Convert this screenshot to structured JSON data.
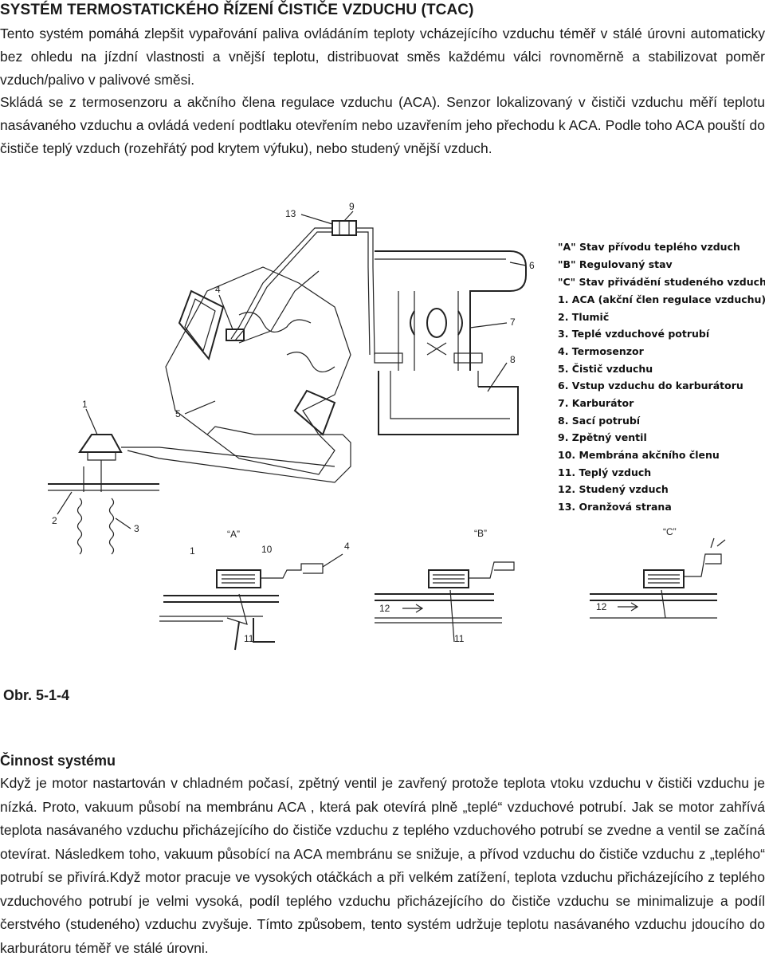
{
  "heading": "SYSTÉM TERMOSTATICKÉHO ŘÍZENÍ ČISTIČE VZDUCHU (TCAC)",
  "intro": "Tento systém pomáhá zlepšit vypařování paliva ovládáním teploty vcházejícího vzduchu téměř v stálé úrovni automaticky bez ohledu na jízdní vlastnosti a vnější teplotu, distribuovat  směs každému válci rovnoměrně a stabilizovat poměr vzduch/palivo v palivové směsi.",
  "composition": "Skládá se z termosenzoru  a akčního člena regulace vzduchu (ACA). Senzor lokalizovaný v čističi vzduchu  měří teplotu nasávaného vzduchu a ovládá vedení podtlaku otevřením nebo uzavřením jeho přechodu k ACA. Podle toho ACA pouští do čističe  teplý vzduch (rozehřátý pod krytem výfuku), nebo studený vnější vzduch.",
  "diagram": {
    "legend": [
      "\"A\" Stav přívodu teplého vzduch",
      "\"B\" Regulovaný stav",
      "\"C\" Stav přivádění studeného vzduchu",
      "1. ACA (akční člen regulace vzduchu)",
      "2. Tlumič",
      "3. Teplé vzduchové potrubí",
      "4.  Termosenzor",
      "5. Čistič vzduchu",
      "6. Vstup vzduchu do karburátoru",
      "7. Karburátor",
      "8. Sací potrubí",
      "9. Zpětný ventil",
      "10. Membrána akčního členu",
      "11. Teplý vzduch",
      "12. Studený vzduch",
      "13. Oranžová strana"
    ],
    "callouts": {
      "n1": "1",
      "n2": "2",
      "n3": "3",
      "n4": "4",
      "n5": "5",
      "n6": "6",
      "n7": "7",
      "n8": "8",
      "n9": "9",
      "n13": "13",
      "a1": "1",
      "a10": "10",
      "a4": "4",
      "a11": "11",
      "b12": "12",
      "b11": "11",
      "c12": "12"
    },
    "states": {
      "a": "“A”",
      "b": "“B”",
      "c": "“C”"
    }
  },
  "figure_label": "Obr. 5-1-4",
  "operation_heading": "Činnost systému",
  "operation": "Když je motor nastartován v chladném počasí, zpětný ventil je zavřený protože teplota vtoku vzduchu v čističi vzduchu je nízká. Proto, vakuum působí na membránu ACA , která pak otevírá plně „teplé“ vzduchové potrubí. Jak se motor zahřívá teplota nasávaného vzduchu přicházejícího do čističe vzduchu z teplého vzduchového potrubí se zvedne a  ventil se začíná otevírat. Následkem toho, vakuum působící na  ACA membránu se snižuje, a přívod vzduchu do čističe vzduchu z „teplého“ potrubí se přivírá.Když motor pracuje ve vysokých otáčkách a při velkém zatížení, teplota vzduchu přicházejícího z teplého vzduchového potrubí je velmi vysoká, podíl teplého vzduchu přicházejícího do čističe vzduchu se minimalizuje a podíl čerstvého (studeného) vzduchu zvyšuje. Tímto způsobem, tento systém udržuje teplotu nasávaného vzduchu jdoucího do karburátoru téměř ve stálé úrovni."
}
